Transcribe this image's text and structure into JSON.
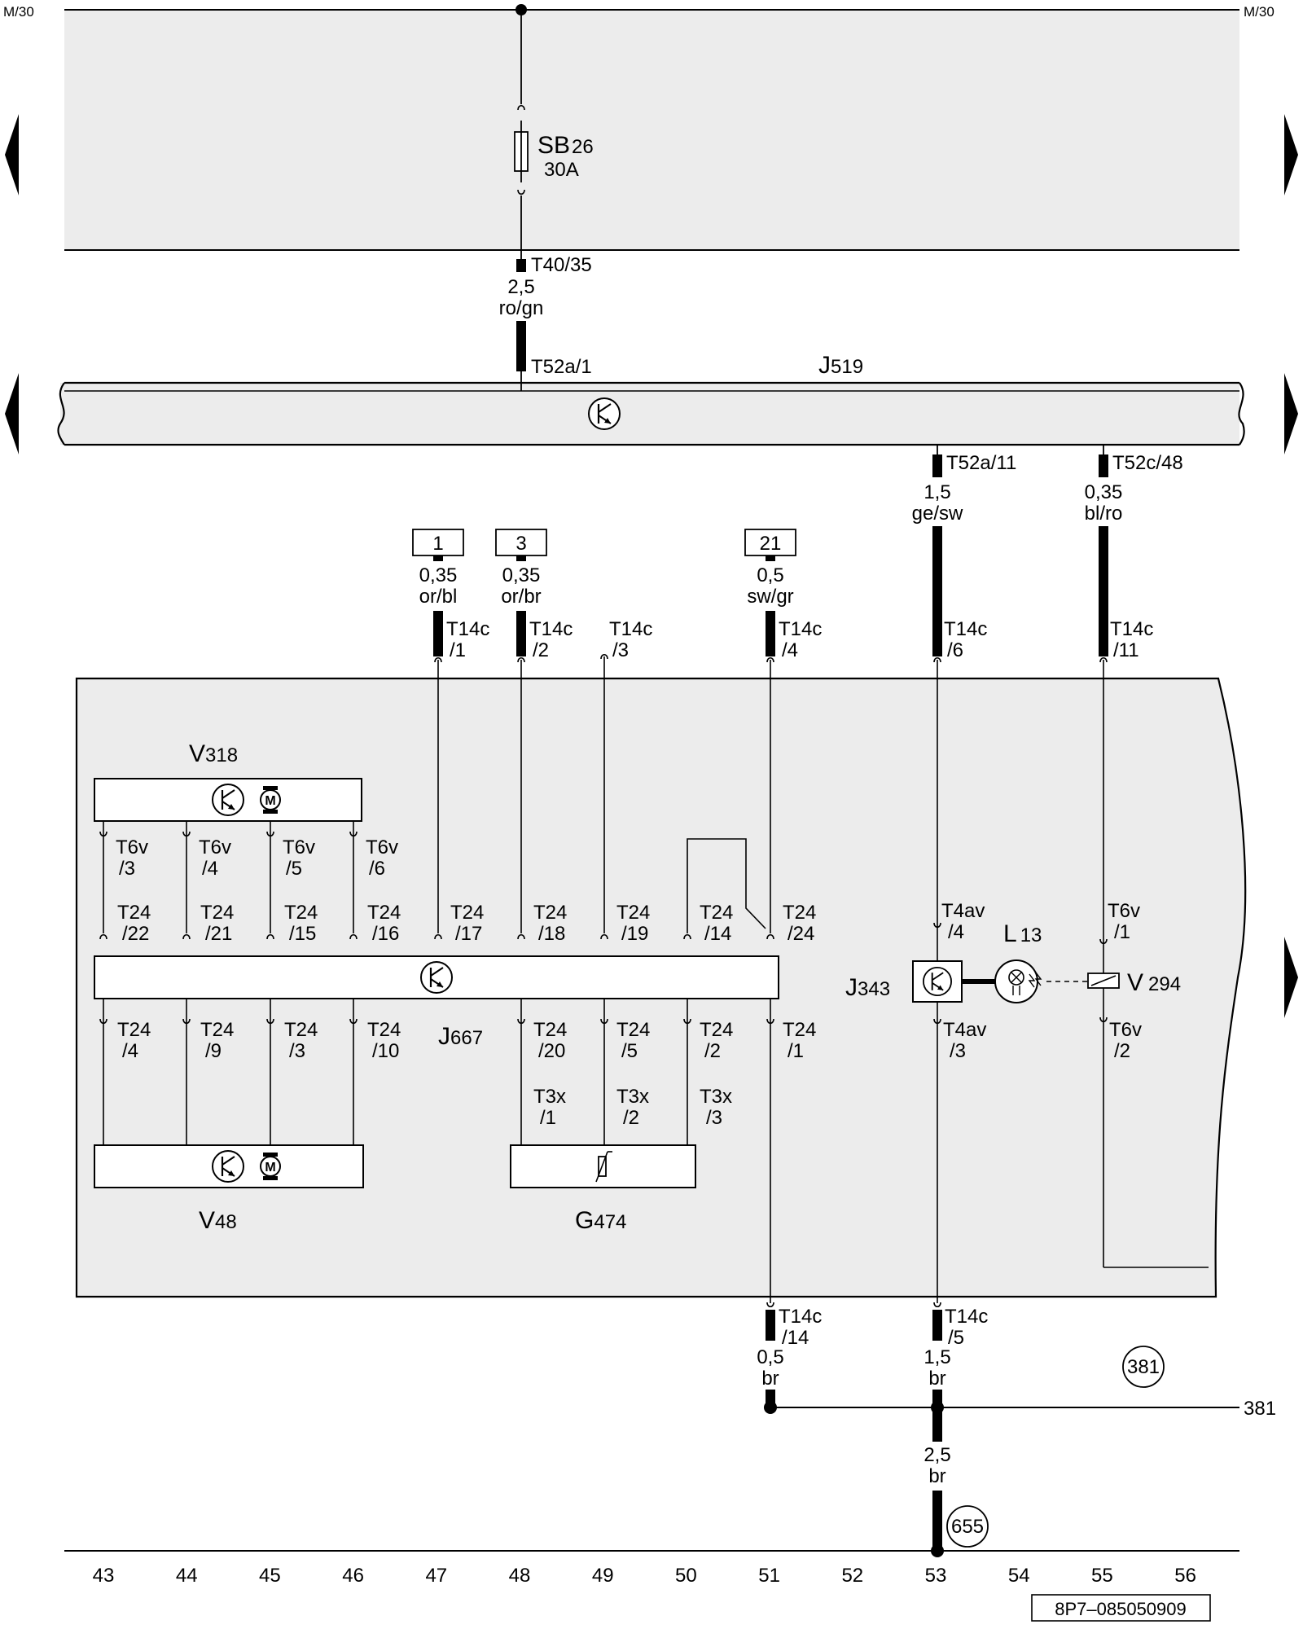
{
  "rail": {
    "left": "M/30",
    "right": "M/30"
  },
  "fuse": {
    "name": "SB",
    "number": "26",
    "rating": "30A"
  },
  "connectors": {
    "t40_35": "T40/35",
    "t52a_1": "T52a/1",
    "t52a_11": "T52a/11",
    "t52c_48": "T52c/48"
  },
  "wires": {
    "w_sb": {
      "size": "2,5",
      "color": "ro/gn"
    },
    "w_j343": {
      "size": "1,5",
      "color": "ge/sw"
    },
    "w_v294": {
      "size": "0,35",
      "color": "bl/ro"
    },
    "w_ref1": {
      "size": "0,35",
      "color": "or/bl"
    },
    "w_ref3": {
      "size": "0,35",
      "color": "or/br"
    },
    "w_ref21": {
      "size": "0,5",
      "color": "sw/gr"
    },
    "w_g51": {
      "size": "0,5",
      "color": "br"
    },
    "w_g53": {
      "size": "1,5",
      "color": "br"
    },
    "w_gmain": {
      "size": "2,5",
      "color": "br"
    }
  },
  "refs": {
    "r1": "1",
    "r3": "3",
    "r21": "21"
  },
  "t14c": {
    "pin1": [
      "T14c",
      "/1"
    ],
    "pin2": [
      "T14c",
      "/2"
    ],
    "pin3": [
      "T14c",
      "/3"
    ],
    "pin4": [
      "T14c",
      "/4"
    ],
    "pin6": [
      "T14c",
      "/6"
    ],
    "pin11": [
      "T14c",
      "/11"
    ],
    "pin14": [
      "T14c",
      "/14"
    ],
    "pin5": [
      "T14c",
      "/5"
    ]
  },
  "components": {
    "j519": {
      "letter": "J",
      "number": "519"
    },
    "v318": {
      "letter": "V",
      "number": "318"
    },
    "j667": {
      "letter": "J",
      "number": "667"
    },
    "v48": {
      "letter": "V",
      "number": "48"
    },
    "g474": {
      "letter": "G",
      "number": "474"
    },
    "j343": {
      "letter": "J",
      "number": "343"
    },
    "l13": {
      "letter": "L",
      "number": "13"
    },
    "v294": {
      "letter": "V",
      "number": "294"
    }
  },
  "pins": {
    "t6v_top": [
      [
        "T6v",
        "/3"
      ],
      [
        "T6v",
        "/4"
      ],
      [
        "T6v",
        "/5"
      ],
      [
        "T6v",
        "/6"
      ]
    ],
    "t24_top": [
      [
        "T24",
        "/22"
      ],
      [
        "T24",
        "/21"
      ],
      [
        "T24",
        "/15"
      ],
      [
        "T24",
        "/16"
      ],
      [
        "T24",
        "/17"
      ],
      [
        "T24",
        "/18"
      ],
      [
        "T24",
        "/19"
      ],
      [
        "T24",
        "/14"
      ],
      [
        "T24",
        "/24"
      ]
    ],
    "t24_bottom": [
      [
        "T24",
        "/4"
      ],
      [
        "T24",
        "/9"
      ],
      [
        "T24",
        "/3"
      ],
      [
        "T24",
        "/10"
      ],
      [
        "T24",
        "/20"
      ],
      [
        "T24",
        "/5"
      ],
      [
        "T24",
        "/2"
      ],
      [
        "T24",
        "/1"
      ]
    ],
    "t3x": [
      [
        "T3x",
        "/1"
      ],
      [
        "T3x",
        "/2"
      ],
      [
        "T3x",
        "/3"
      ]
    ],
    "t4av_top": [
      "T4av",
      "/4"
    ],
    "t4av_bottom": [
      "T4av",
      "/3"
    ],
    "t6v_v294_top": [
      "T6v",
      "/1"
    ],
    "t6v_v294_bottom": [
      "T6v",
      "/2"
    ]
  },
  "grounds": {
    "g381": "381",
    "g381_line": "381",
    "g655": "655"
  },
  "columns": [
    "43",
    "44",
    "45",
    "46",
    "47",
    "48",
    "49",
    "50",
    "51",
    "52",
    "53",
    "54",
    "55",
    "56"
  ],
  "doc_id": "8P7–085050909"
}
